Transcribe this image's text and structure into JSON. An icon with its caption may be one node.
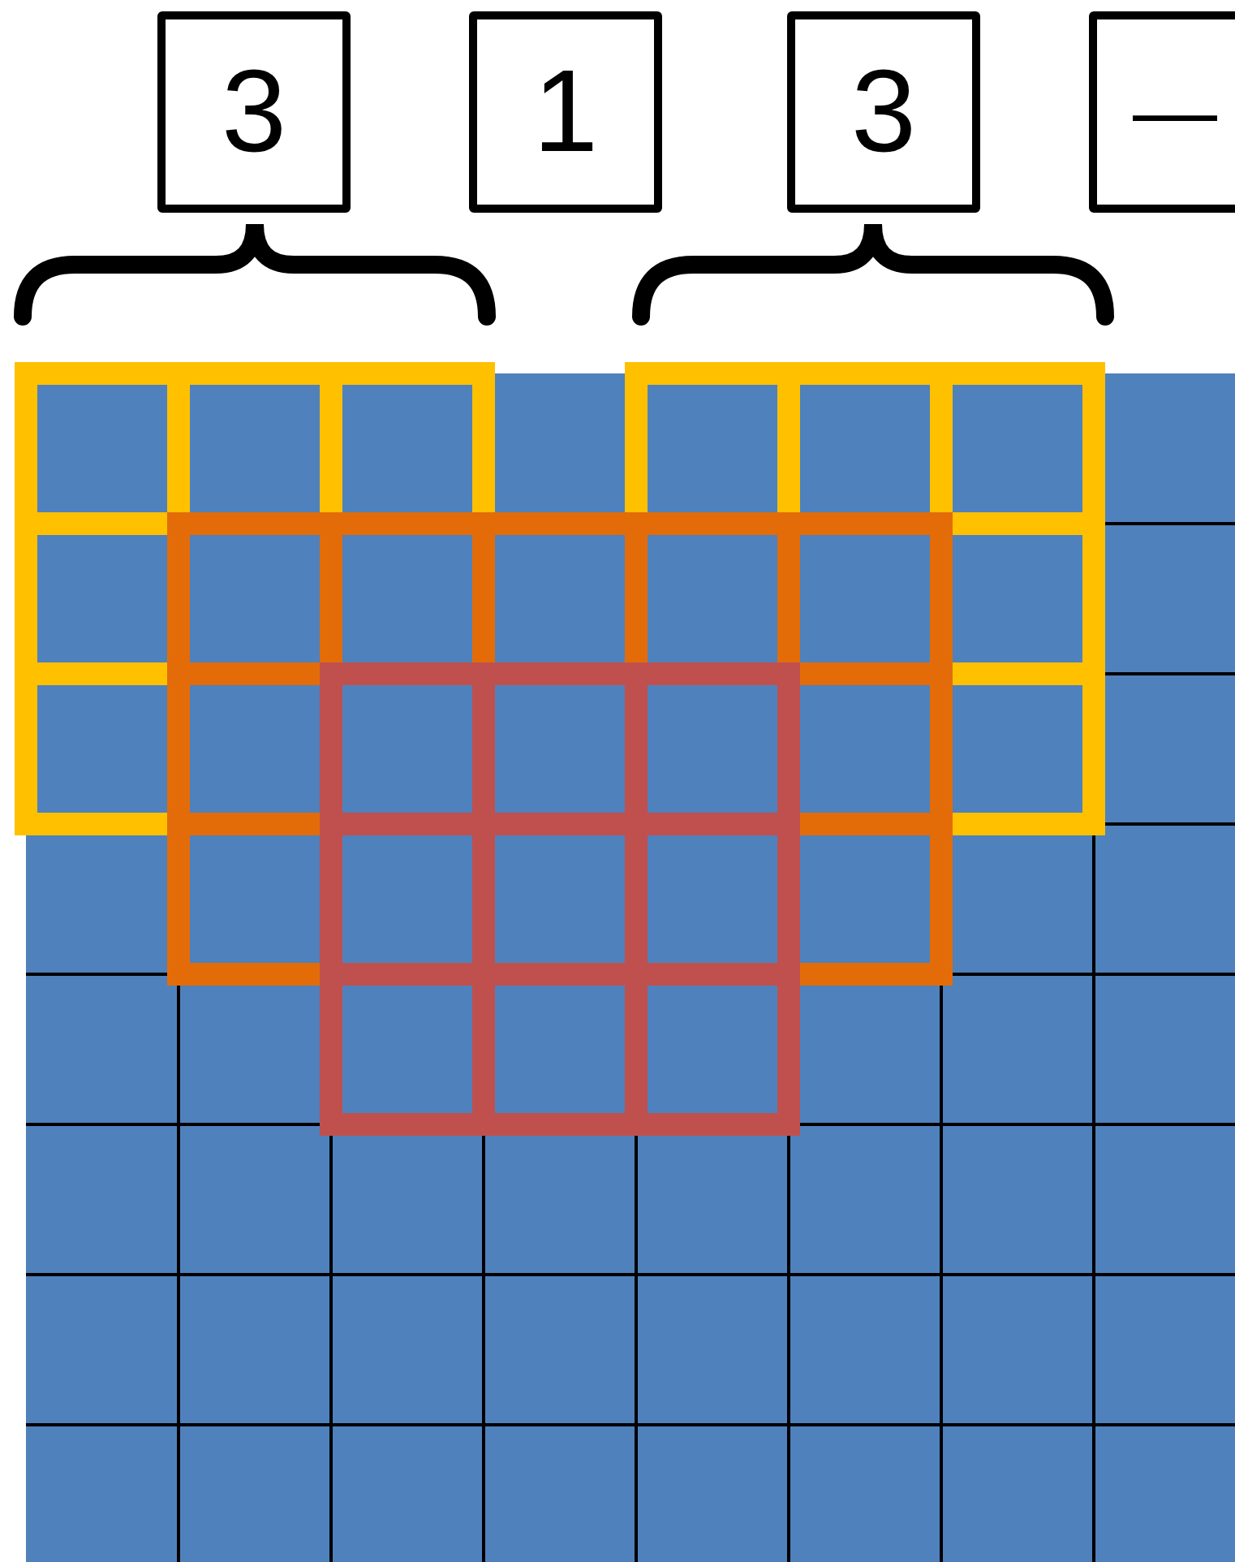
{
  "diagram": {
    "nodes": [
      {
        "text": [
          "3"
        ]
      },
      {
        "text": [
          "1"
        ]
      },
      {
        "text": [
          "3"
        ]
      },
      {
        "text": [
          "—"
        ]
      }
    ]
  }
}
